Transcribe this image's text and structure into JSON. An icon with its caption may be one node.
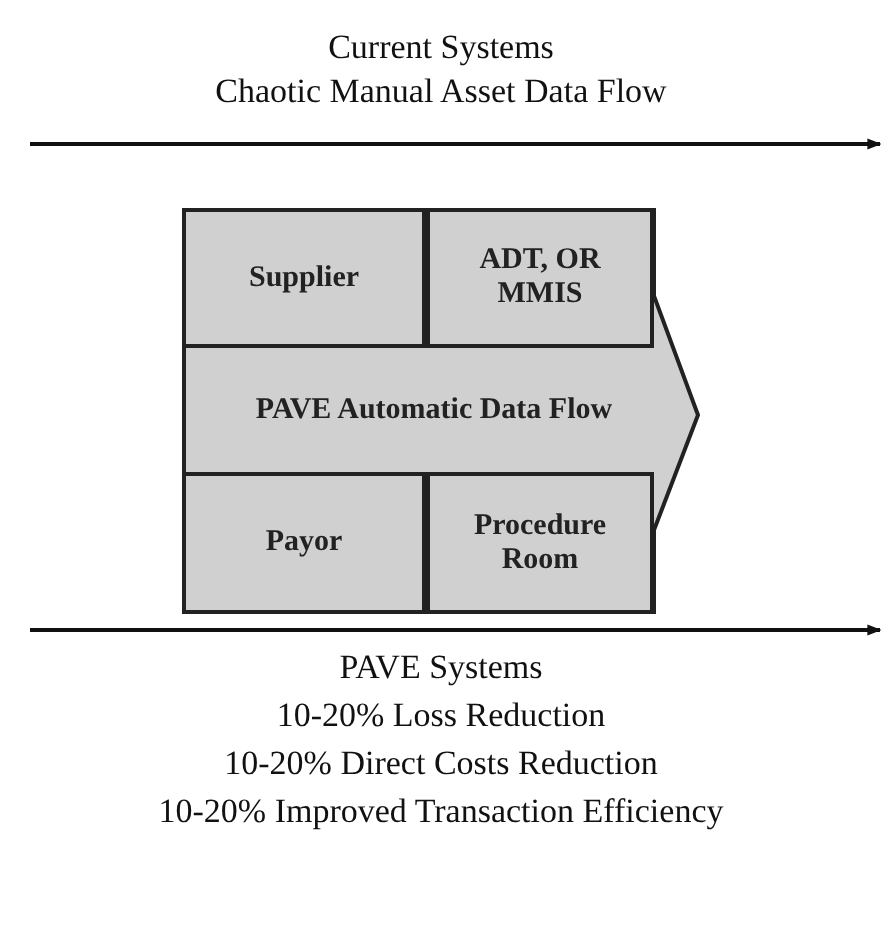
{
  "diagram": {
    "nodes": [
      {
        "text": [
          "PAVE Automatic Data Flow"
        ]
      },
      {
        "text": [
          "Supplier"
        ],
        "in": 0
      },
      {
        "text": [
          "ADT, OR MMIS"
        ],
        "in": 0
      },
      {
        "text": [
          "Payor"
        ],
        "in": 0
      },
      {
        "text": [
          "Procedure Room"
        ],
        "in": 0
      }
    ],
    "edges": [],
    "labels": [
      "Current Systems",
      "Chaotic Manual Asset Data Flow",
      "PAVE Systems",
      "10-20% Loss Reduction",
      "10-20% Direct Costs Reduction",
      "10-20% Improved Transaction Efficiency"
    ]
  }
}
